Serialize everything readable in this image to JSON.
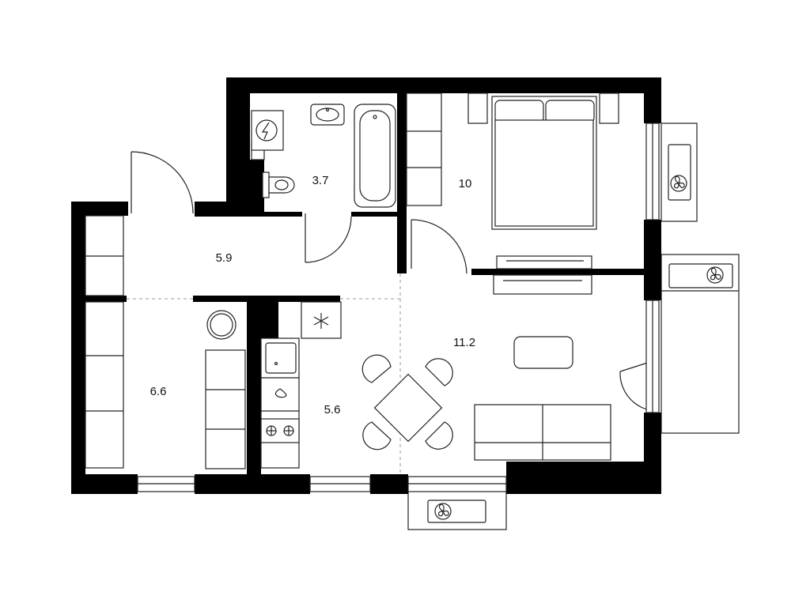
{
  "plan": {
    "rooms": [
      {
        "id": "bathroom",
        "area": "3.7"
      },
      {
        "id": "bedroom",
        "area": "10"
      },
      {
        "id": "hallway",
        "area": "5.9"
      },
      {
        "id": "room-small",
        "area": "6.6"
      },
      {
        "id": "kitchen",
        "area": "5.6"
      },
      {
        "id": "living-room",
        "area": "11.2"
      }
    ],
    "icons": {
      "washer": "lightning-icon",
      "fridge": "snowflake-icon",
      "stove": "flame-icon",
      "ac_unit": "fan-icon"
    }
  }
}
